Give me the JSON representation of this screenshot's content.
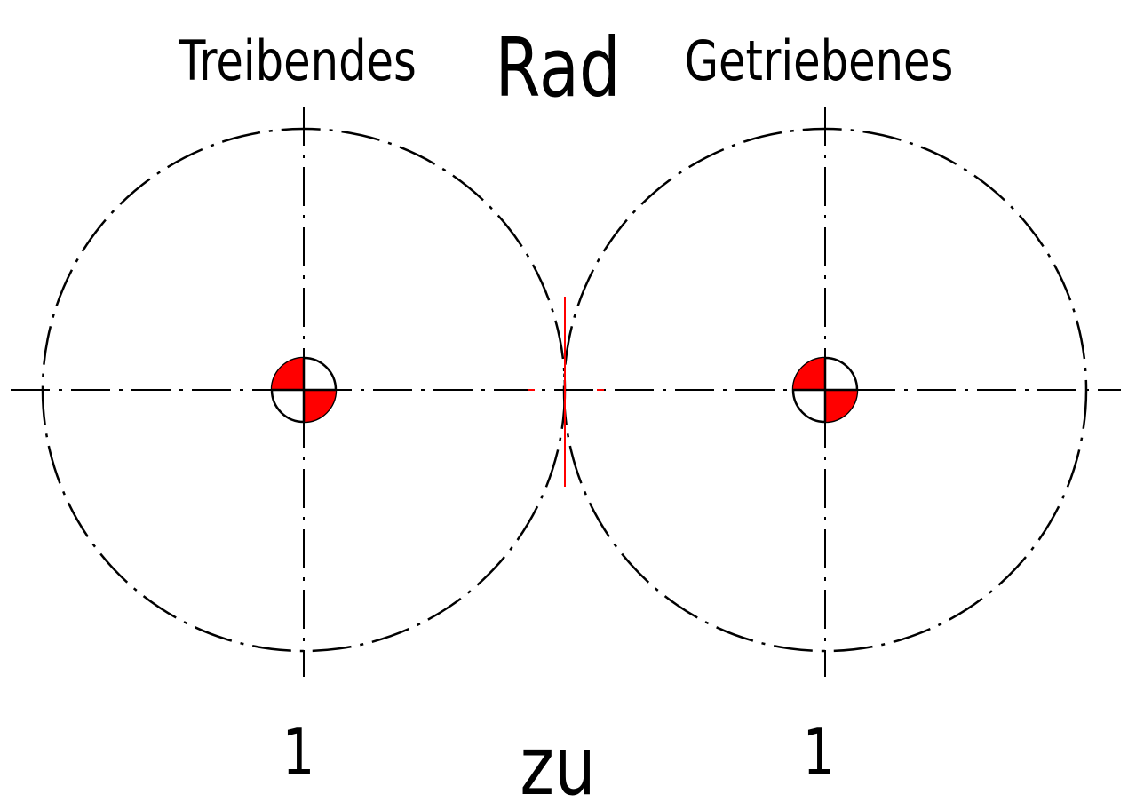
{
  "labels": {
    "driving": "Treibendes",
    "center_title": "Rad",
    "driven": "Getriebenes",
    "ratio_left": "1",
    "ratio_word": "zu",
    "ratio_right": "1"
  },
  "colors": {
    "line": "#000000",
    "accent": "#ff0000",
    "background": "#ffffff"
  },
  "icons": {
    "center_marker": "center-of-gravity-icon"
  }
}
